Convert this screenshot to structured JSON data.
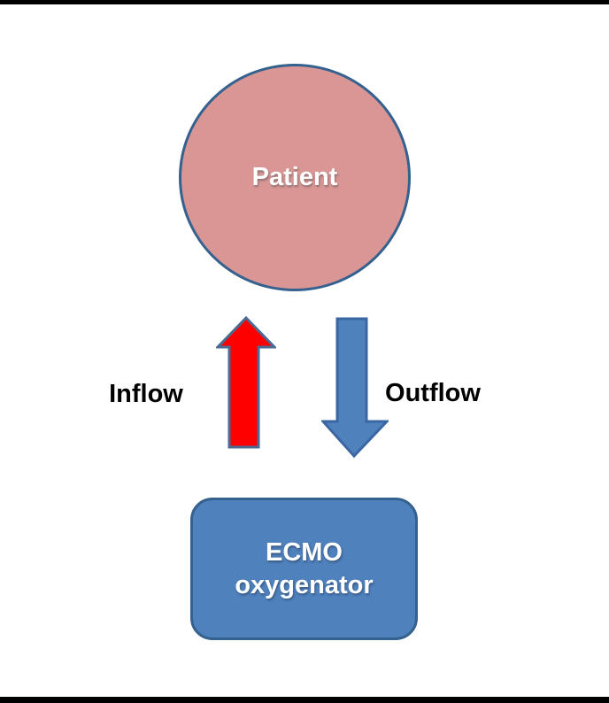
{
  "canvas": {
    "background": "#ffffff",
    "frame_bar_color": "#000000"
  },
  "nodes": {
    "patient": {
      "label": "Patient",
      "shape": "circle",
      "fill": "#d99694",
      "border": "#35618f",
      "text_color": "#ffffff"
    },
    "ecmo": {
      "label_line1": "ECMO",
      "label_line2": "oxygenator",
      "shape": "rounded-rectangle",
      "fill": "#4f81bd",
      "border": "#35618f",
      "text_color": "#ffffff"
    }
  },
  "arrows": {
    "inflow": {
      "label": "Inflow",
      "direction": "up",
      "from": "ECMO oxygenator",
      "to": "Patient",
      "fill": "#ff0000",
      "stroke": "#4a6b93"
    },
    "outflow": {
      "label": "Outflow",
      "direction": "down",
      "from": "Patient",
      "to": "ECMO oxygenator",
      "fill": "#4f81bd",
      "stroke": "#3a67a3"
    }
  },
  "labels": {
    "text_color": "#000000"
  }
}
